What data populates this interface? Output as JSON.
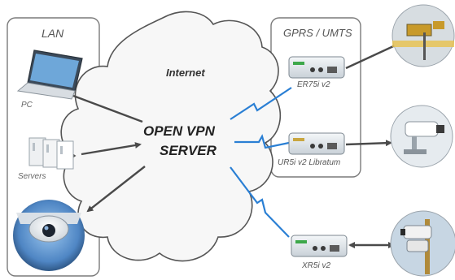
{
  "lan": {
    "title": "LAN",
    "pc_label": "PC",
    "servers_label": "Servers"
  },
  "gprs": {
    "title": "GPRS / UMTS"
  },
  "cloud": {
    "internet_label": "Internet",
    "server_line1": "OPEN VPN",
    "server_line2": "SERVER"
  },
  "routers": [
    {
      "label": "ER75i v2"
    },
    {
      "label": "UR5i v2 Libratum"
    },
    {
      "label": "XR5i v2"
    }
  ],
  "colors": {
    "tunnel": "#2a7fd4",
    "link": "#4a4a4a",
    "panel_border": "#777777",
    "cloud_fill": "#f7f7f7",
    "router_body": "#e9eef2",
    "router_accent": "#3da84a"
  },
  "icons": [
    "laptop-icon",
    "servers-icon",
    "dome-camera-icon",
    "cctv-camera-icon",
    "router-icon"
  ]
}
